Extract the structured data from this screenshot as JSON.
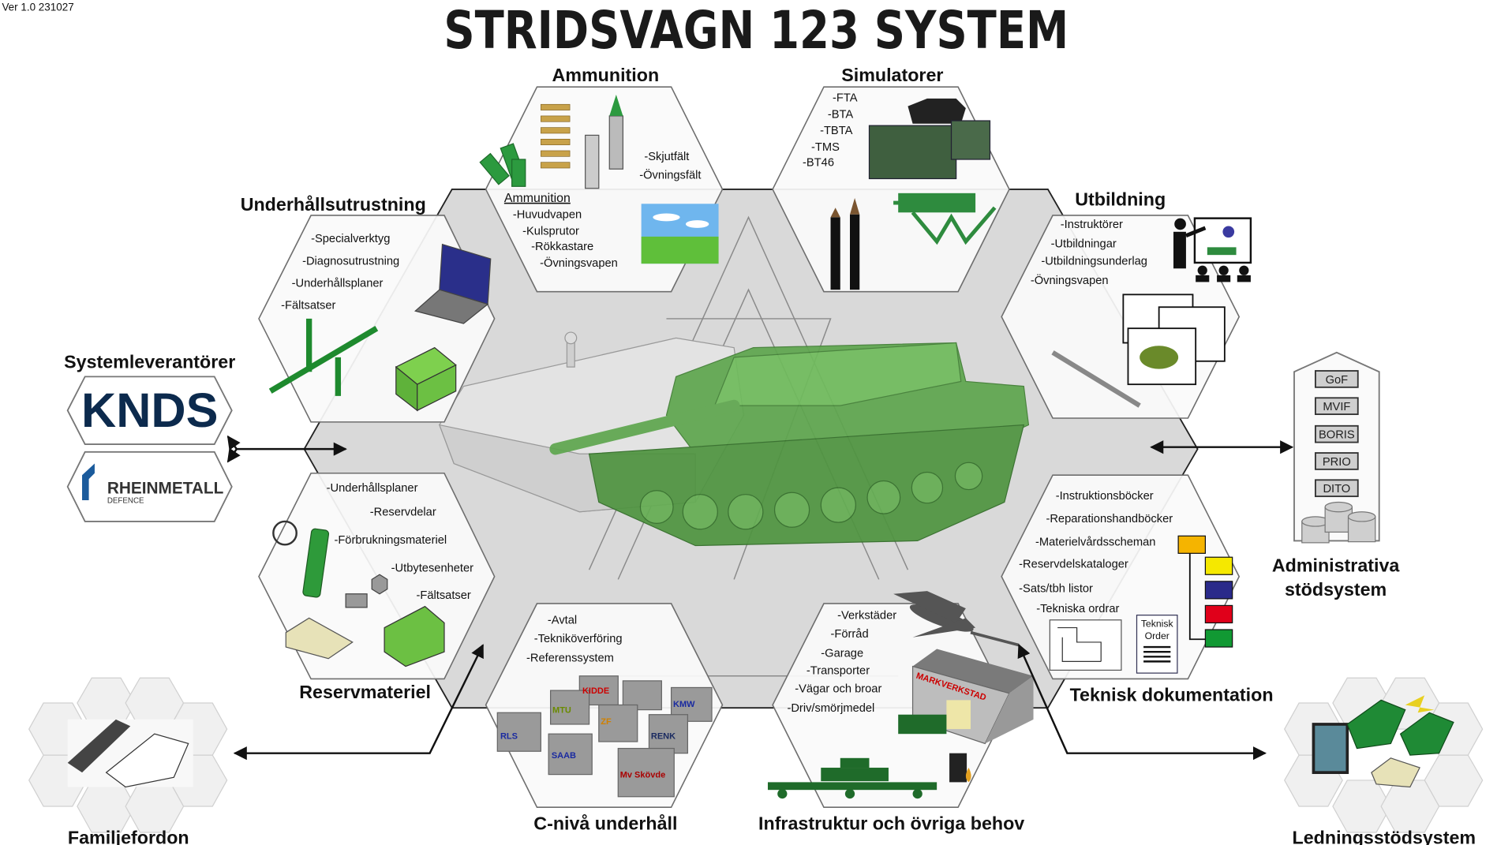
{
  "version": "Ver 1.0 231027",
  "title": "STRIDSVAGN 123 SYSTEM",
  "colors": {
    "accent_green": "#3a9a3a",
    "tank_green": "#5ea64e",
    "hub_gray": "#d9d9d9",
    "knds_navy": "#0c2a4d",
    "rheinmetall_blue": "#1b5b9c"
  },
  "ammunition": {
    "heading": "Ammunition",
    "ranges": [
      "-Skjutfält",
      "-Övningsfält"
    ],
    "sub_heading": "Ammunition",
    "items": [
      "-Huvudvapen",
      "-Kulsprutor",
      "-Rökkastare",
      "-Övningsvapen"
    ]
  },
  "simulators": {
    "heading": "Simulatorer",
    "items": [
      "-FTA",
      "-BTA",
      "-TBTA",
      "-TMS",
      "-BT46"
    ]
  },
  "maintenance_equipment": {
    "heading": "Underhållsutrustning",
    "items": [
      "-Specialverktyg",
      "-Diagnosutrustning",
      "-Underhållsplaner",
      "-Fältsatser"
    ]
  },
  "training": {
    "heading": "Utbildning",
    "items": [
      "-Instruktörer",
      "-Utbildningar",
      "-Utbildningsunderlag",
      "-Övningsvapen"
    ]
  },
  "spare_parts": {
    "heading": "Reservmateriel",
    "items": [
      "-Underhållsplaner",
      "-Reservdelar",
      "-Förbrukningsmateriel",
      "-Utbytesenheter",
      "-Fältsatser"
    ]
  },
  "technical_docs": {
    "heading": "Teknisk dokumentation",
    "items": [
      "-Instruktionsböcker",
      "-Reparationshandböcker",
      "-Materielvårdsscheman",
      "-Reservdelskataloger",
      "-Sats/tbh listor",
      "-Tekniska ordrar"
    ],
    "doc_label": [
      "Teknisk",
      "Order"
    ]
  },
  "c_level": {
    "heading": "C-nivå underhåll",
    "items": [
      "-Avtal",
      "-Tekniköverföring",
      "-Referenssystem"
    ],
    "factories": [
      "KIDDE",
      "MTU",
      "ZF",
      "KMW",
      "RLS",
      "RENK",
      "SAAB",
      "Mv Skövde"
    ]
  },
  "infrastructure": {
    "heading": "Infrastruktur och övriga behov",
    "items": [
      "-Verkstäder",
      "-Förråd",
      "-Garage",
      "-Transporter",
      "-Vägar och broar",
      "-Driv/smörjmedel"
    ],
    "building_sign": "MARKVERKSTAD"
  },
  "suppliers": {
    "heading": "Systemleverantörer",
    "knds": "KNDS",
    "rheinmetall": "RHEINMETALL",
    "rheinmetall_sub": "DEFENCE"
  },
  "admin": {
    "heading_line1": "Administrativa",
    "heading_line2": "stödsystem",
    "systems": [
      "GoF",
      "MVIF",
      "BORIS",
      "PRIO",
      "DITO"
    ]
  },
  "family_vehicles": {
    "heading": "Familjefordon"
  },
  "command_support": {
    "heading": "Ledningsstödsystem"
  }
}
